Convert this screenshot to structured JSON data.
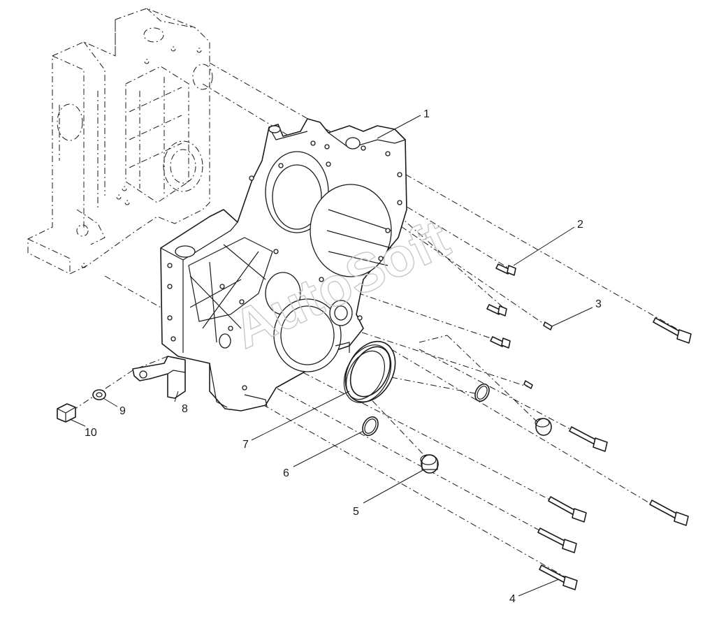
{
  "watermark": "AutoSoft",
  "callouts": [
    "1",
    "2",
    "3",
    "4",
    "5",
    "6",
    "7",
    "8",
    "9",
    "10"
  ]
}
